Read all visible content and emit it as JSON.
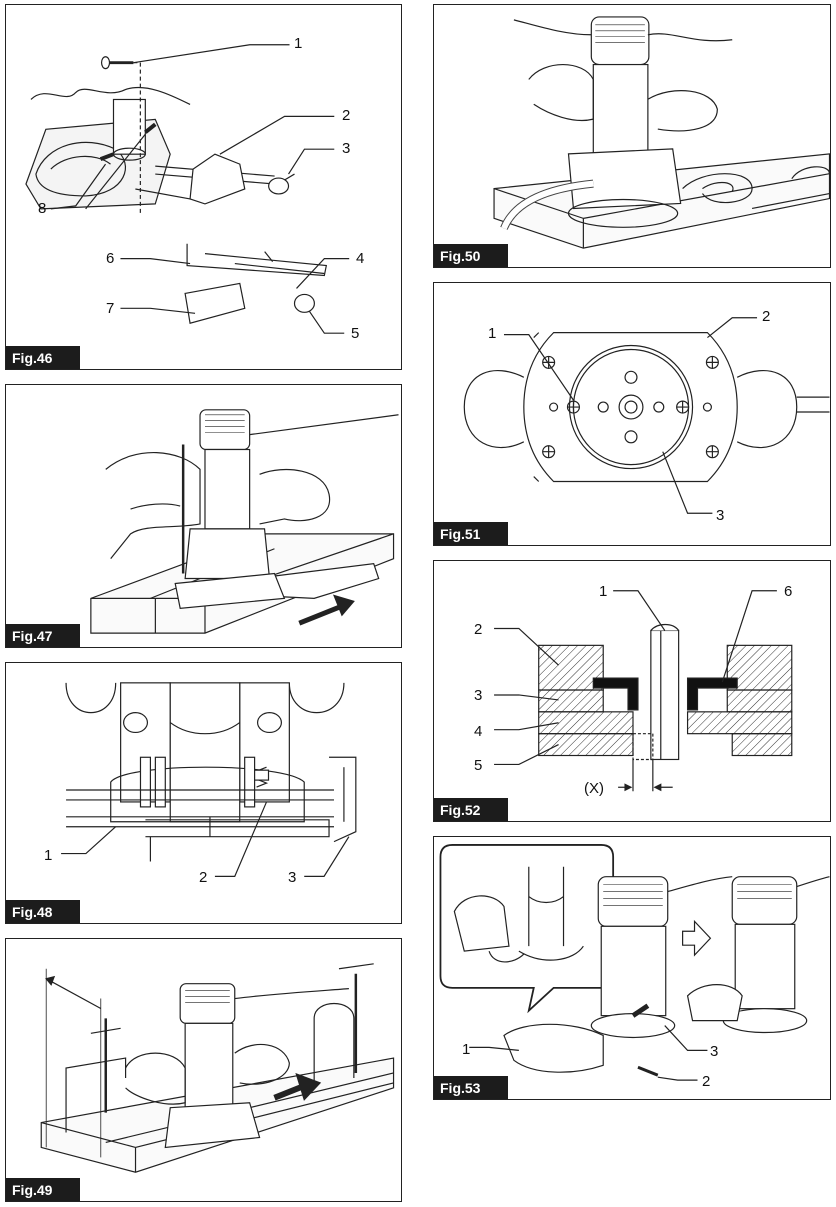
{
  "figures": [
    {
      "id": "fig46",
      "label": "Fig.46",
      "callouts": [
        "1",
        "2",
        "3",
        "4",
        "5",
        "6",
        "7",
        "8"
      ]
    },
    {
      "id": "fig47",
      "label": "Fig.47",
      "callouts": []
    },
    {
      "id": "fig48",
      "label": "Fig.48",
      "callouts": [
        "1",
        "2",
        "3"
      ]
    },
    {
      "id": "fig49",
      "label": "Fig.49",
      "callouts": []
    },
    {
      "id": "fig50",
      "label": "Fig.50",
      "callouts": []
    },
    {
      "id": "fig51",
      "label": "Fig.51",
      "callouts": [
        "1",
        "2",
        "3"
      ]
    },
    {
      "id": "fig52",
      "label": "Fig.52",
      "callouts": [
        "1",
        "2",
        "3",
        "4",
        "5",
        "6"
      ],
      "dimension": "(X)"
    },
    {
      "id": "fig53",
      "label": "Fig.53",
      "callouts": [
        "1",
        "2",
        "3"
      ]
    }
  ]
}
